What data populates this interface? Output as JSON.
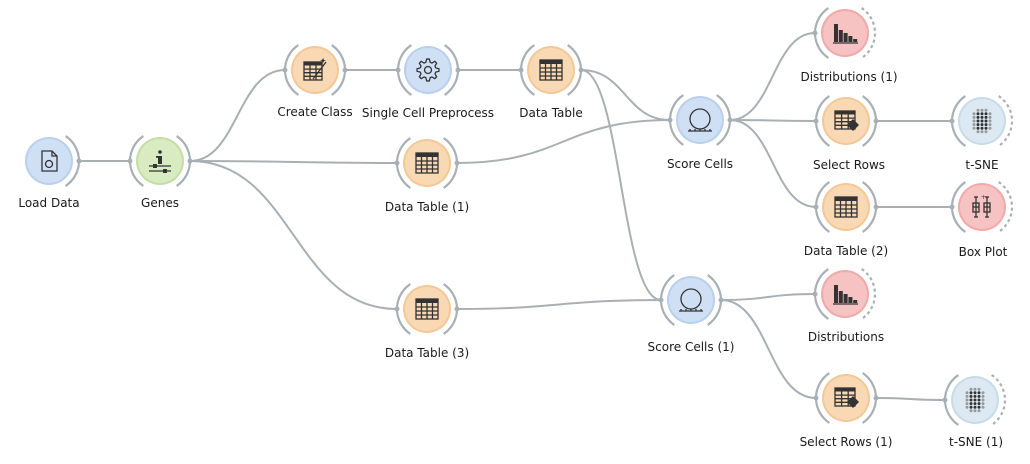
{
  "workflow": {
    "nodes": [
      {
        "id": "load_data",
        "label": "Load Data",
        "category": "data",
        "icon": "file-icon"
      },
      {
        "id": "genes",
        "label": "Genes",
        "category": "info",
        "icon": "info-icon"
      },
      {
        "id": "create_class",
        "label": "Create Class",
        "category": "transform",
        "icon": "create-class-icon"
      },
      {
        "id": "scp",
        "label": "Single Cell Preprocess",
        "category": "data",
        "icon": "gear-icon"
      },
      {
        "id": "dt",
        "label": "Data Table",
        "category": "transform",
        "icon": "table-icon"
      },
      {
        "id": "dt1",
        "label": "Data Table (1)",
        "category": "transform",
        "icon": "table-icon"
      },
      {
        "id": "dt3",
        "label": "Data Table (3)",
        "category": "transform",
        "icon": "table-icon"
      },
      {
        "id": "sc",
        "label": "Score Cells",
        "category": "data",
        "icon": "circle-icon"
      },
      {
        "id": "sc1",
        "label": "Score Cells (1)",
        "category": "data",
        "icon": "circle-icon"
      },
      {
        "id": "dist1",
        "label": "Distributions (1)",
        "category": "visualize",
        "icon": "histogram-icon"
      },
      {
        "id": "sel",
        "label": "Select Rows",
        "category": "transform",
        "icon": "select-rows-icon"
      },
      {
        "id": "dt2",
        "label": "Data Table (2)",
        "category": "transform",
        "icon": "table-icon"
      },
      {
        "id": "tsne",
        "label": "t-SNE",
        "category": "unsupervised",
        "icon": "tsne-icon"
      },
      {
        "id": "box",
        "label": "Box Plot",
        "category": "visualize",
        "icon": "boxplot-icon"
      },
      {
        "id": "dist",
        "label": "Distributions",
        "category": "visualize",
        "icon": "histogram-icon"
      },
      {
        "id": "sel1",
        "label": "Select Rows (1)",
        "category": "transform",
        "icon": "select-rows-icon"
      },
      {
        "id": "tsne1",
        "label": "t-SNE (1)",
        "category": "unsupervised",
        "icon": "tsne-icon"
      }
    ],
    "links": [
      {
        "from": "load_data",
        "to": "genes"
      },
      {
        "from": "genes",
        "to": "create_class"
      },
      {
        "from": "genes",
        "to": "dt1"
      },
      {
        "from": "genes",
        "to": "dt3"
      },
      {
        "from": "create_class",
        "to": "scp"
      },
      {
        "from": "scp",
        "to": "dt"
      },
      {
        "from": "dt",
        "to": "sc"
      },
      {
        "from": "dt",
        "to": "sc1"
      },
      {
        "from": "dt1",
        "to": "sc"
      },
      {
        "from": "dt3",
        "to": "sc1"
      },
      {
        "from": "sc",
        "to": "dist1"
      },
      {
        "from": "sc",
        "to": "sel"
      },
      {
        "from": "sc",
        "to": "dt2"
      },
      {
        "from": "sel",
        "to": "tsne"
      },
      {
        "from": "dt2",
        "to": "box"
      },
      {
        "from": "sc1",
        "to": "dist"
      },
      {
        "from": "sc1",
        "to": "sel1"
      },
      {
        "from": "sel1",
        "to": "tsne1"
      }
    ]
  },
  "colors": {
    "data": {
      "fill": "#cfe0f5",
      "ring": "#b8cfee"
    },
    "info": {
      "fill": "#d8ebc1",
      "ring": "#c4dea5"
    },
    "transform": {
      "fill": "#f9d9b4",
      "ring": "#f4c896"
    },
    "visualize": {
      "fill": "#f7c2c2",
      "ring": "#f1a9a9"
    },
    "unsupervised": {
      "fill": "#dce9f2",
      "ring": "#c8dbe8"
    },
    "link": "#a9b0b5"
  }
}
